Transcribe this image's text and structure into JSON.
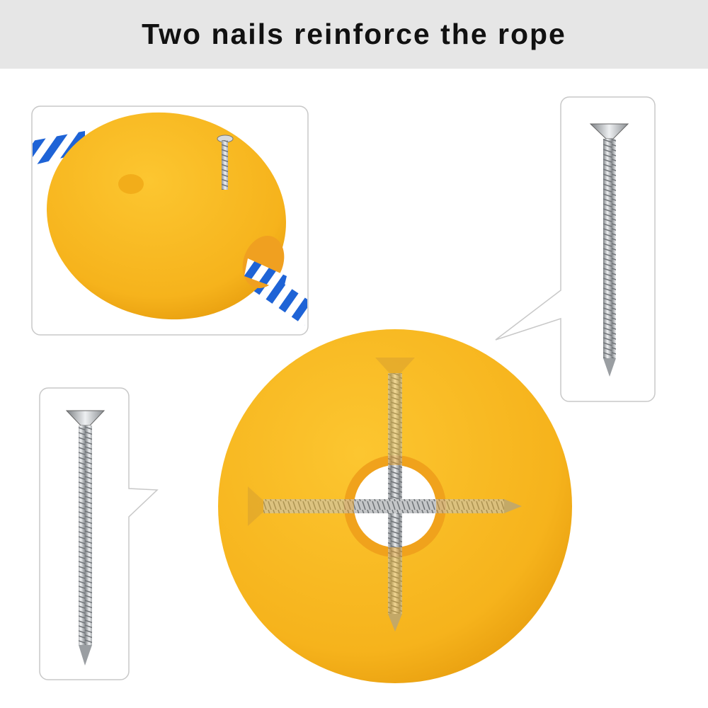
{
  "header": {
    "title": "Two nails reinforce the rope"
  },
  "colors": {
    "float": "#f8b820",
    "float_shadow": "#e89a10",
    "rope_blue": "#1e63d6",
    "screw": "#b8bcc0",
    "header_bg": "#e6e6e6"
  },
  "icons": [
    "float-with-screw-image",
    "screw-image",
    "float-cross-section-image"
  ]
}
